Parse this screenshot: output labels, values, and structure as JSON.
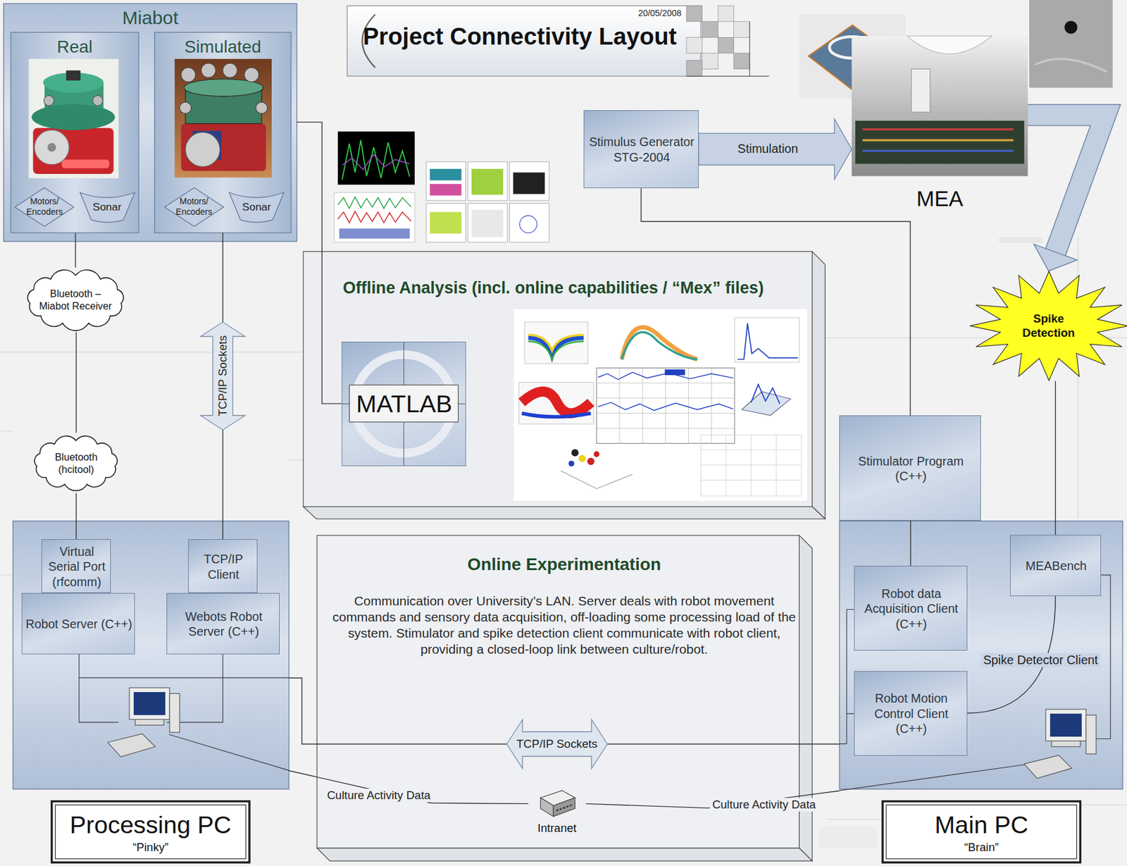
{
  "diagram": {
    "title": "Project Connectivity Layout",
    "nodes": [
      {
        "text": [
          "Miabot"
        ]
      },
      {
        "text": [
          "Real"
        ],
        "in": 0
      },
      {
        "text": [
          "Motors/ Encoders"
        ],
        "in": 1
      },
      {
        "text": [
          "Sonar"
        ],
        "in": 1
      },
      {
        "text": [
          "Simulated"
        ],
        "in": 0
      },
      {
        "text": [
          "Motors/ Encoders"
        ],
        "in": 4
      },
      {
        "text": [
          "Sonar"
        ],
        "in": 4
      },
      {
        "text": [
          "Stimulus Generator STG-2004"
        ]
      },
      {
        "text": [
          "MEA"
        ]
      },
      {
        "text": [
          "Bluetooth – Miabot Receiver"
        ]
      },
      {
        "text": [
          "Offline Analysis (incl. online capabilities / “Mex” files)"
        ]
      },
      {
        "text": [
          "MATLAB"
        ],
        "in": 10
      },
      {
        "text": [
          "Spike Detection"
        ]
      },
      {
        "text": [
          "Bluetooth (hcitool)"
        ]
      },
      {
        "text": [
          "Stimulator Program (C++)"
        ]
      },
      {
        "text": [
          "Processing PC",
          "“Pinky”"
        ]
      },
      {
        "text": [
          "Virtual Serial Port (rfcomm)"
        ],
        "in": 15
      },
      {
        "text": [
          "Robot Server (C++)"
        ],
        "in": 15
      },
      {
        "text": [
          "TCP/IP Client"
        ],
        "in": 15
      },
      {
        "text": [
          "Webots Robot Server (C++)"
        ],
        "in": 15
      },
      {
        "text": [
          "Online Experimentation",
          "Communication over University’s LAN. Server deals with robot movement commands and sensory data acquisition, off-loading some processing load of the system. Stimulator and spike detection client communicate with robot client, providing a closed-loop link between culture/robot."
        ]
      },
      {
        "text": [
          "Main PC",
          "“Brain”"
        ]
      },
      {
        "text": [
          "Robot data Acquisition Client (C++)"
        ],
        "in": 21
      },
      {
        "text": [
          "MEABench"
        ],
        "in": 21
      },
      {
        "text": [
          "Robot Motion Control Client (C++)"
        ],
        "in": 21
      },
      {
        "text": [
          "Intranet"
        ],
        "in": 20
      }
    ],
    "edges": [
      {
        "from": 1,
        "to": 9,
        "arrow": "none"
      },
      {
        "from": 9,
        "to": 13,
        "arrow": "none"
      },
      {
        "from": 13,
        "to": 16,
        "arrow": "none"
      },
      {
        "from": 4,
        "to": 18,
        "arrow": "both",
        "label": "TCP/IP Sockets"
      },
      {
        "from": 0,
        "to": 11,
        "arrow": "none"
      },
      {
        "from": 7,
        "to": 8,
        "arrow": "to",
        "label": "Stimulation"
      },
      {
        "from": 7,
        "to": 14,
        "arrow": "none"
      },
      {
        "from": 8,
        "to": 12,
        "arrow": "to"
      },
      {
        "from": 12,
        "to": 23,
        "arrow": "none"
      },
      {
        "from": 14,
        "to": 22,
        "arrow": "none"
      },
      {
        "from": 23,
        "to": 24,
        "arrow": "none",
        "label": "Spike Detector Client"
      },
      {
        "from": 15,
        "to": 21,
        "arrow": "both",
        "label": "TCP/IP Sockets"
      },
      {
        "from": 15,
        "to": 25,
        "arrow": "none",
        "label": "Culture Activity Data"
      },
      {
        "from": 25,
        "to": 21,
        "arrow": "none",
        "label": "Culture Activity Data"
      }
    ],
    "labels": [
      "20/05/2008"
    ]
  }
}
